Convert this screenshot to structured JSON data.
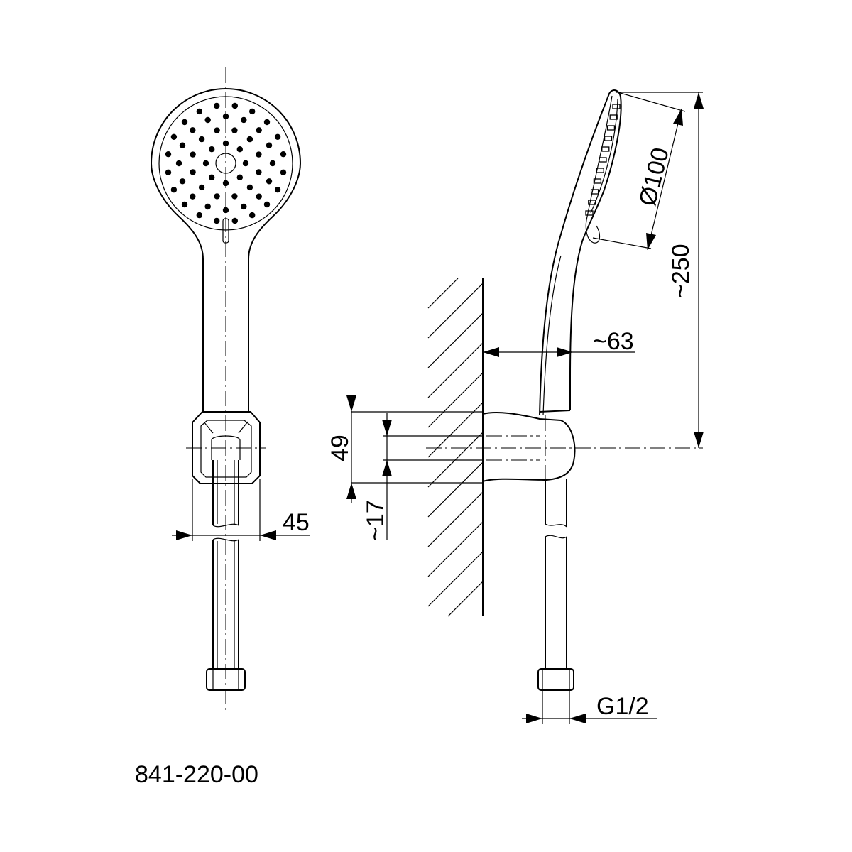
{
  "dimensions": {
    "width_45": "45",
    "height_49": "49",
    "offset_17": "~17",
    "projection_63": "~63",
    "diameter_100": "Ø100",
    "length_250": "~250",
    "thread": "G1/2"
  },
  "product_code": "841-220-00",
  "colors": {
    "line": "#000000",
    "background": "#ffffff"
  }
}
